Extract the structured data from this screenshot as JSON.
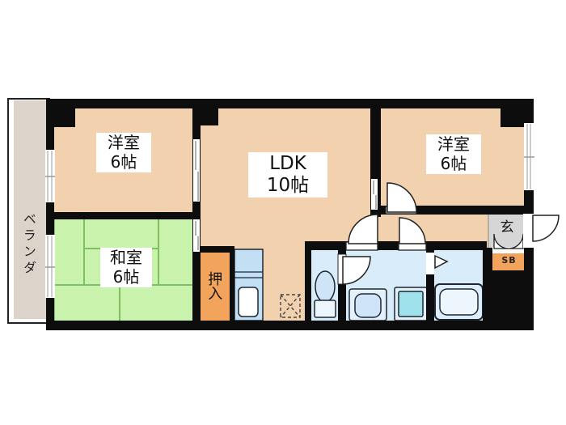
{
  "floorplan": {
    "rooms": {
      "western_room_left": {
        "name": "洋室",
        "size": "6帖"
      },
      "ldk": {
        "name": "LDK",
        "size": "10帖"
      },
      "western_room_right": {
        "name": "洋室",
        "size": "6帖"
      },
      "japanese_room": {
        "name": "和室",
        "size": "6帖"
      },
      "closet": {
        "label": "押入"
      },
      "veranda": {
        "label": "ベランダ"
      },
      "entrance": {
        "label": "玄"
      },
      "shoe_box": {
        "label": "SB"
      }
    },
    "colors": {
      "wall": "#0d0d0d",
      "western_room": "#f2d1af",
      "japanese_room": "#c9f2ad",
      "tatami_line": "#7fbf63",
      "closet": "#f2a35c",
      "wet_area_floor": "#d9ecfa",
      "kitchen_unit": "#c3dff4",
      "washing_machine": "#9fe2ec",
      "entrance_floor": "#d6d6d6",
      "veranda": "#dcd3ca"
    }
  }
}
